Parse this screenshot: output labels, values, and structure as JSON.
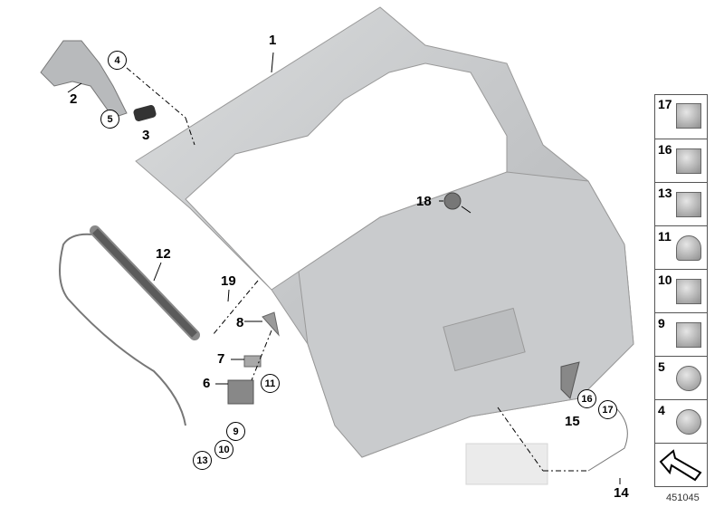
{
  "diagram": {
    "callouts": [
      {
        "id": "1",
        "style": "plain"
      },
      {
        "id": "2",
        "style": "plain"
      },
      {
        "id": "3",
        "style": "plain"
      },
      {
        "id": "4",
        "style": "circled"
      },
      {
        "id": "5",
        "style": "circled"
      },
      {
        "id": "12",
        "style": "plain"
      },
      {
        "id": "18",
        "style": "plain"
      },
      {
        "id": "19",
        "style": "plain"
      },
      {
        "id": "8",
        "style": "plain"
      },
      {
        "id": "7",
        "style": "plain"
      },
      {
        "id": "6",
        "style": "plain"
      },
      {
        "id": "9",
        "style": "circled"
      },
      {
        "id": "10",
        "style": "circled"
      },
      {
        "id": "11",
        "style": "circled"
      },
      {
        "id": "13",
        "style": "circled"
      },
      {
        "id": "15",
        "style": "plain"
      },
      {
        "id": "16",
        "style": "circled"
      },
      {
        "id": "17",
        "style": "circled"
      },
      {
        "id": "14",
        "style": "plain"
      }
    ],
    "side_panel": [
      "17",
      "16",
      "13",
      "11",
      "10",
      "9",
      "5",
      "4"
    ],
    "arrow_icon": "direction-arrow-icon",
    "document_number": "451045",
    "part_color": "#c4c6c8"
  }
}
